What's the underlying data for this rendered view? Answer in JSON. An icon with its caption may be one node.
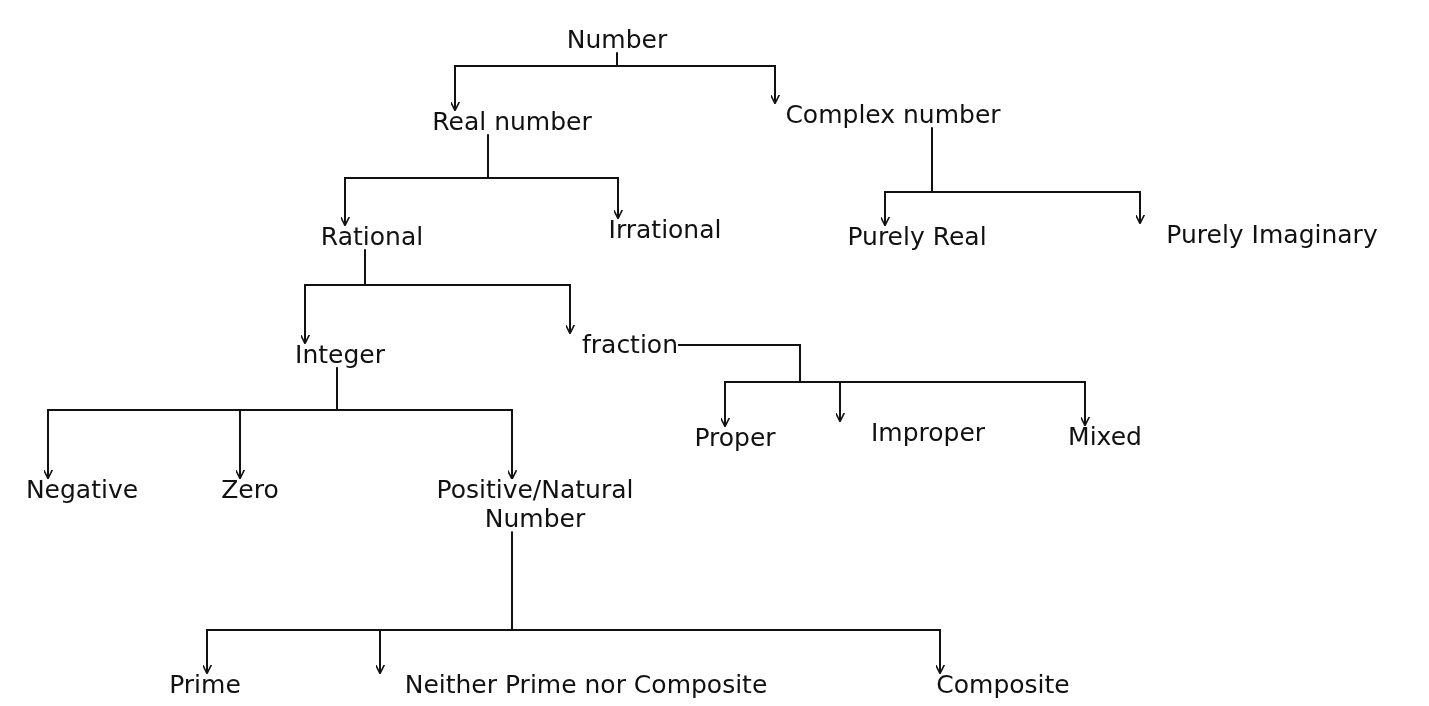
{
  "diagram": {
    "nodes": [
      {
        "text": [
          "Number"
        ]
      },
      {
        "text": [
          "Real number"
        ]
      },
      {
        "text": [
          "Complex number"
        ]
      },
      {
        "text": [
          "Rational"
        ]
      },
      {
        "text": [
          "Irrational"
        ]
      },
      {
        "text": [
          "Purely Real"
        ]
      },
      {
        "text": [
          "Purely Imaginary"
        ]
      },
      {
        "text": [
          "Integer"
        ]
      },
      {
        "text": [
          "fraction"
        ]
      },
      {
        "text": [
          "Proper"
        ]
      },
      {
        "text": [
          "Improper"
        ]
      },
      {
        "text": [
          "Mixed"
        ]
      },
      {
        "text": [
          "Negative"
        ]
      },
      {
        "text": [
          "Zero"
        ]
      },
      {
        "text": [
          "Positive/Natural Number"
        ]
      },
      {
        "text": [
          "Prime"
        ]
      },
      {
        "text": [
          "Neither Prime nor Composite"
        ]
      },
      {
        "text": [
          "Composite"
        ]
      }
    ],
    "edges": [
      {
        "from": 0,
        "to": 1,
        "arrow": "to"
      },
      {
        "from": 0,
        "to": 2,
        "arrow": "to"
      },
      {
        "from": 1,
        "to": 3,
        "arrow": "to"
      },
      {
        "from": 1,
        "to": 4,
        "arrow": "to"
      },
      {
        "from": 2,
        "to": 5,
        "arrow": "to"
      },
      {
        "from": 2,
        "to": 6,
        "arrow": "to"
      },
      {
        "from": 3,
        "to": 7,
        "arrow": "to"
      },
      {
        "from": 3,
        "to": 8,
        "arrow": "to"
      },
      {
        "from": 8,
        "to": 9,
        "arrow": "to"
      },
      {
        "from": 8,
        "to": 10,
        "arrow": "to"
      },
      {
        "from": 8,
        "to": 11,
        "arrow": "to"
      },
      {
        "from": 7,
        "to": 12,
        "arrow": "to"
      },
      {
        "from": 7,
        "to": 13,
        "arrow": "to"
      },
      {
        "from": 7,
        "to": 14,
        "arrow": "to"
      },
      {
        "from": 14,
        "to": 15,
        "arrow": "to"
      },
      {
        "from": 14,
        "to": 16,
        "arrow": "to"
      },
      {
        "from": 14,
        "to": 17,
        "arrow": "to"
      }
    ]
  }
}
